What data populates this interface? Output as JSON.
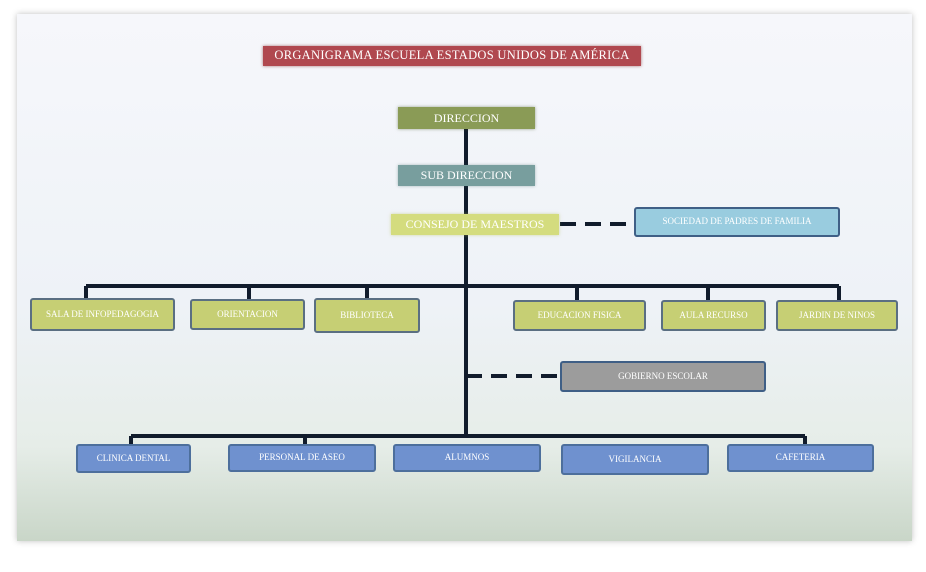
{
  "title": "ORGANIGRAMA  ESCUELA ESTADOS UNIDOS DE AMÉRICA",
  "top": {
    "direccion": "DIRECCION",
    "sub_direccion": "SUB DIRECCION",
    "consejo": "CONSEJO DE MAESTROS",
    "sociedad": "SOCIEDAD DE PADRES DE FAMILIA"
  },
  "departments": [
    "SALA DE INFOPEDAGOGIA",
    "ORIENTACION",
    "BIBLIOTECA",
    "EDUCACION FISICA",
    "AULA RECURSO",
    "JARDIN DE NINOS"
  ],
  "gobierno": "GOBIERNO ESCOLAR",
  "services": [
    "CLINICA DENTAL",
    "PERSONAL DE ASEO",
    "ALUMNOS",
    "VIGILANCIA",
    "CAFETERIA"
  ],
  "colors": {
    "title": "#b0484f",
    "direccion": "#8a9b56",
    "sub_direccion": "#789e9e",
    "consejo": "#d4dc7e",
    "departments": "#c6cf74",
    "sociedad": "#99ccdf",
    "gobierno": "#9c9c9c",
    "services": "#6f91cf",
    "connector": "#111c2c"
  }
}
